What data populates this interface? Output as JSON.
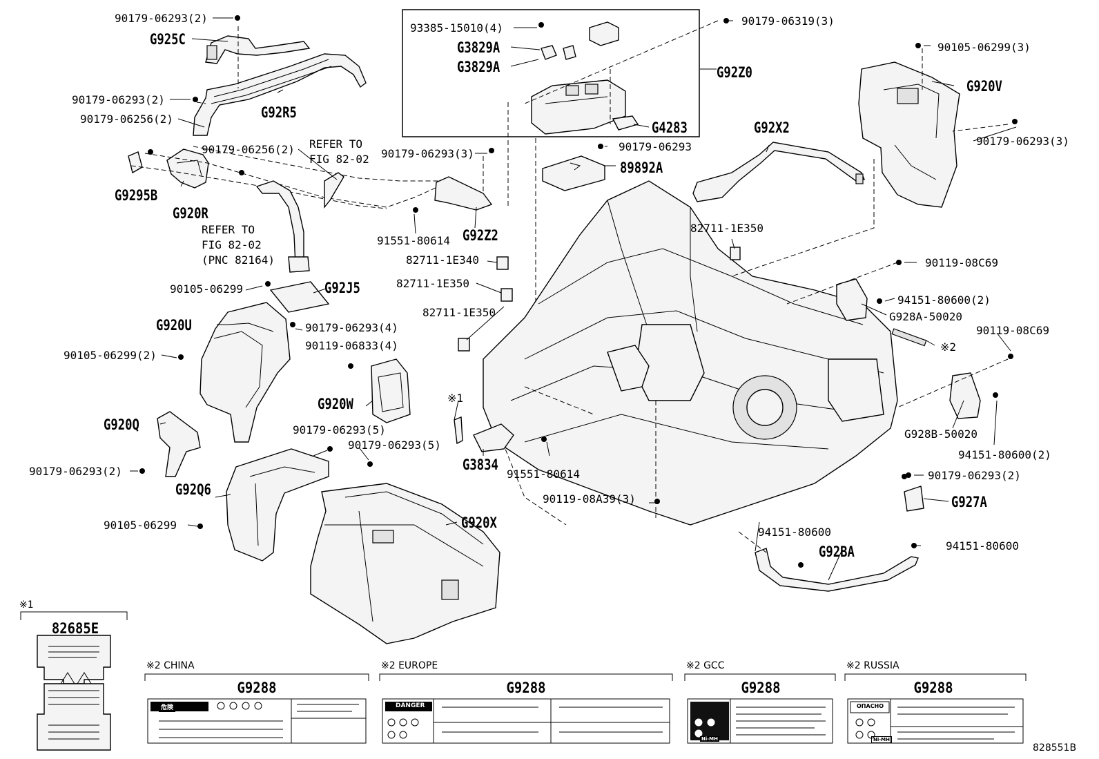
{
  "diagram_id": "828551B",
  "callouts": [
    {
      "id": "c1",
      "text": "90179-06293(2)"
    },
    {
      "id": "c2",
      "text": "G925C"
    },
    {
      "id": "c3",
      "text": "90179-06293(2)"
    },
    {
      "id": "c4",
      "text": "G92R5"
    },
    {
      "id": "c5",
      "text": "90179-06256(2)"
    },
    {
      "id": "c6",
      "text": "90179-06256(2)"
    },
    {
      "id": "c7",
      "text": "REFER TO"
    },
    {
      "id": "c8",
      "text": "FIG 82-02"
    },
    {
      "id": "c9",
      "text": "G9295B"
    },
    {
      "id": "c10",
      "text": "G920R"
    },
    {
      "id": "c11",
      "text": "REFER TO"
    },
    {
      "id": "c12",
      "text": "FIG 82-02"
    },
    {
      "id": "c13",
      "text": "(PNC 82164)"
    },
    {
      "id": "c14",
      "text": "90105-06299"
    },
    {
      "id": "c15",
      "text": "G92J5"
    },
    {
      "id": "c16",
      "text": "G920U"
    },
    {
      "id": "c17",
      "text": "90179-06293(4)"
    },
    {
      "id": "c18",
      "text": "90119-06833(4)"
    },
    {
      "id": "c19",
      "text": "90105-06299(2)"
    },
    {
      "id": "c20",
      "text": "G920W"
    },
    {
      "id": "c21",
      "text": "G920Q"
    },
    {
      "id": "c22",
      "text": "90179-06293(5)"
    },
    {
      "id": "c23",
      "text": "90179-06293(5)"
    },
    {
      "id": "c24",
      "text": "90179-06293(2)"
    },
    {
      "id": "c25",
      "text": "G92Q6"
    },
    {
      "id": "c26",
      "text": "90105-06299"
    },
    {
      "id": "c27",
      "text": "G920X"
    },
    {
      "id": "c28",
      "text": "93385-15010(4)"
    },
    {
      "id": "c29",
      "text": "G3829A"
    },
    {
      "id": "c30",
      "text": "G3829A"
    },
    {
      "id": "c31",
      "text": "G92Z0"
    },
    {
      "id": "c32",
      "text": "G4283"
    },
    {
      "id": "c33",
      "text": "90179-06319(3)"
    },
    {
      "id": "c34",
      "text": "90179-06293(3)"
    },
    {
      "id": "c35",
      "text": "90179-06293"
    },
    {
      "id": "c36",
      "text": "89892A"
    },
    {
      "id": "c37",
      "text": "G92Z2"
    },
    {
      "id": "c38",
      "text": "91551-80614"
    },
    {
      "id": "c39",
      "text": "82711-1E340"
    },
    {
      "id": "c40",
      "text": "82711-1E350"
    },
    {
      "id": "c41",
      "text": "82711-1E350"
    },
    {
      "id": "c42",
      "text": "※1"
    },
    {
      "id": "c43",
      "text": "G3834"
    },
    {
      "id": "c44",
      "text": "91551-80614"
    },
    {
      "id": "c45",
      "text": "90119-08A39(3)"
    },
    {
      "id": "c46",
      "text": "94151-80600"
    },
    {
      "id": "c47",
      "text": "G92BA"
    },
    {
      "id": "c48",
      "text": "94151-80600"
    },
    {
      "id": "c49",
      "text": "G92X2"
    },
    {
      "id": "c50",
      "text": "82711-1E350"
    },
    {
      "id": "c51",
      "text": "90105-06299(3)"
    },
    {
      "id": "c52",
      "text": "G920V"
    },
    {
      "id": "c53",
      "text": "90179-06293(3)"
    },
    {
      "id": "c54",
      "text": "90119-08C69"
    },
    {
      "id": "c55",
      "text": "94151-80600(2)"
    },
    {
      "id": "c56",
      "text": "G928A-50020"
    },
    {
      "id": "c57",
      "text": "※2"
    },
    {
      "id": "c58",
      "text": "90119-08C69"
    },
    {
      "id": "c59",
      "text": "G928B-50020"
    },
    {
      "id": "c60",
      "text": "94151-80600(2)"
    },
    {
      "id": "c61",
      "text": "90179-06293(2)"
    },
    {
      "id": "c62",
      "text": "G927A"
    }
  ],
  "note_panels": {
    "mark1": "※1",
    "label_82685E": "82685E",
    "china_title": "※2 CHINA",
    "china_part": "G9288",
    "china_warning": "危険",
    "europe_title": "※2 EUROPE",
    "europe_part": "G9288",
    "europe_warning": "DANGER",
    "gcc_title": "※2 GCC",
    "gcc_part": "G9288",
    "gcc_nimh": "Ni-MH",
    "russia_title": "※2 RUSSIA",
    "russia_part": "G9288",
    "russia_warning": "ОПАСНО",
    "russia_nimh": "Ni-MH"
  }
}
